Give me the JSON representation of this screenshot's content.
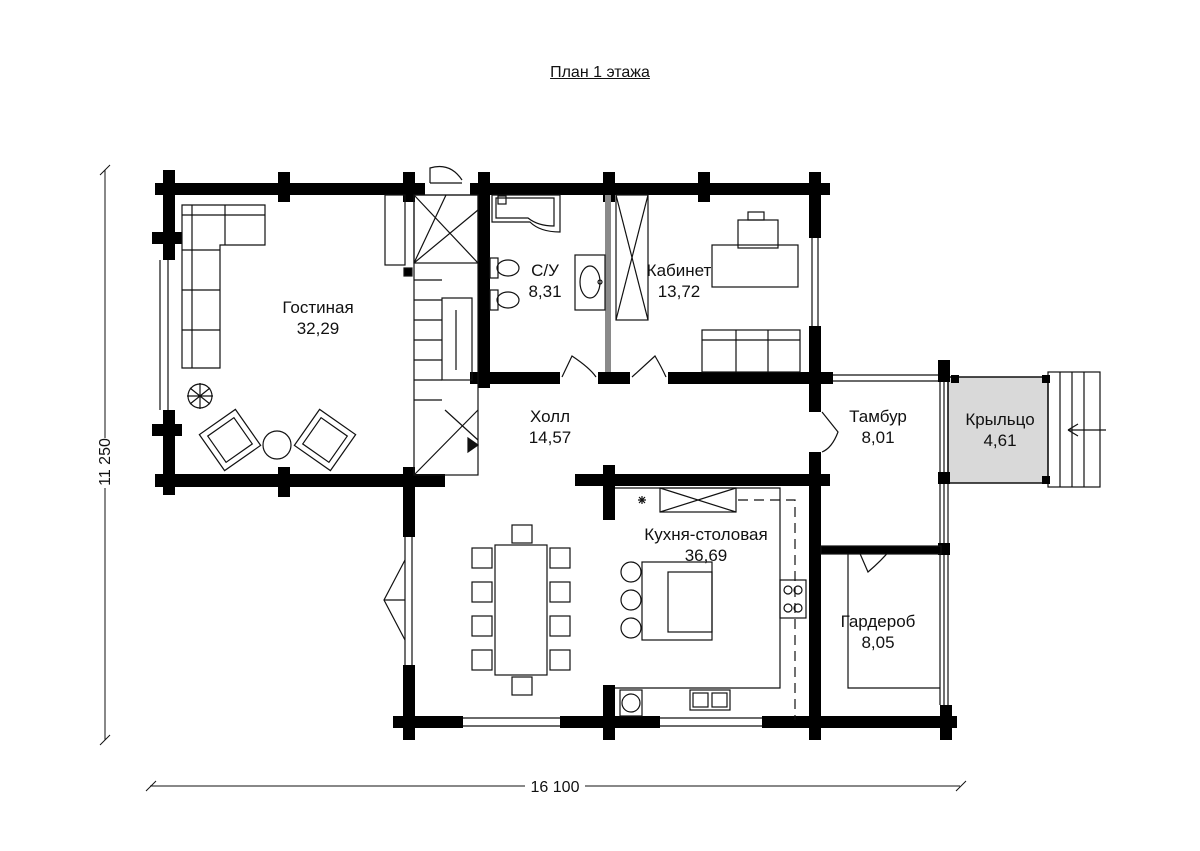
{
  "title": "План 1 этажа",
  "dimensions": {
    "width": "16 100",
    "depth": "11 250"
  },
  "rooms": [
    {
      "id": "living",
      "name": "Гостиная",
      "area": "32,29"
    },
    {
      "id": "wc",
      "name": "С/У",
      "area": "8,31"
    },
    {
      "id": "office",
      "name": "Кабинет",
      "area": "13,72"
    },
    {
      "id": "hall",
      "name": "Холл",
      "area": "14,57"
    },
    {
      "id": "vestibule",
      "name": "Тамбур",
      "area": "8,01"
    },
    {
      "id": "porch",
      "name": "Крыльцо",
      "area": "4,61"
    },
    {
      "id": "kitchen",
      "name": "Кухня-столовая",
      "area": "36,69"
    },
    {
      "id": "wardrobe",
      "name": "Гардероб",
      "area": "8,05"
    }
  ],
  "colors": {
    "wall": "#000000",
    "porch_fill": "#d9d9d9",
    "partition": "#8a8a8a"
  }
}
